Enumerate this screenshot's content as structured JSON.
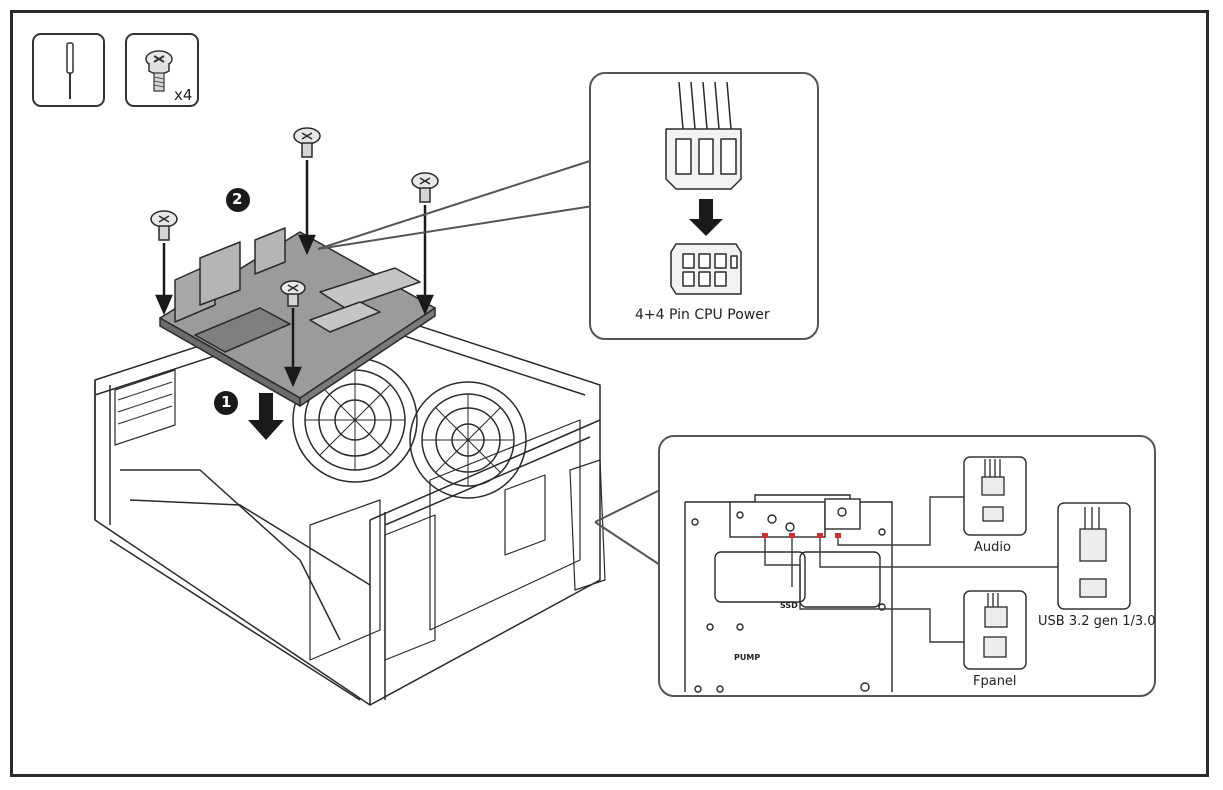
{
  "tools": {
    "screw_count": "x4"
  },
  "steps": [
    "1",
    "2"
  ],
  "cpu_callout": {
    "label": "4+4 Pin CPU Power"
  },
  "io_callout": {
    "board_labels": {
      "ssd": "SSD",
      "pump": "PUMP"
    },
    "connectors": [
      {
        "label": "Audio"
      },
      {
        "label": "USB 3.2 gen 1/3.0"
      },
      {
        "label": "Fpanel"
      }
    ]
  },
  "colors": {
    "line": "#2a2a2a",
    "accent": "#d32f2f",
    "gray": "#8a8a8a"
  }
}
